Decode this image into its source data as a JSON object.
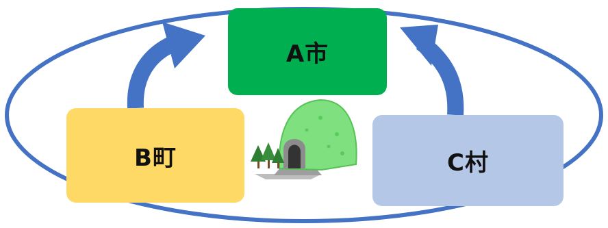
{
  "nodes": {
    "a": {
      "label": "A市",
      "color": "#00b050"
    },
    "b": {
      "label": "B町",
      "color": "#ffd966"
    },
    "c": {
      "label": "C村",
      "color": "#b4c7e7"
    }
  },
  "connections": [
    {
      "from": "B町",
      "to": "A市"
    },
    {
      "from": "C村",
      "to": "A市"
    }
  ],
  "colors": {
    "ring": "#4472c4",
    "arrow": "#4472c4",
    "hill": "#7ee07e",
    "tree": "#2e7d32",
    "road": "#9e9e9e"
  },
  "icons": {
    "center": "tunnel-icon"
  }
}
